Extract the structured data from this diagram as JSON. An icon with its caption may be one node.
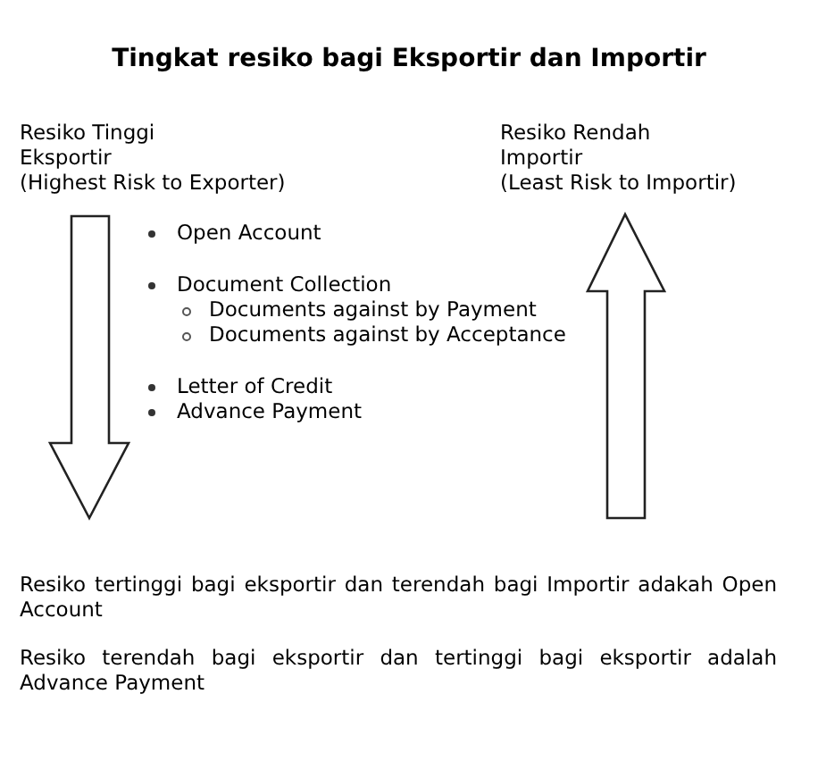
{
  "diagram": {
    "title": "Tingkat resiko bagi Eksportir dan Importir",
    "labels": [
      "Resiko Tinggi",
      "Eksportir",
      "(Highest Risk to Exporter)",
      "Resiko Rendah",
      "Importir",
      "(Least Risk to Importir)",
      "Open Account",
      "Document Collection",
      "Documents against by Payment",
      "Documents against by Acceptance",
      "Letter of Credit",
      "Advance Payment",
      "Resiko tertinggi bagi eksportir dan terendah bagi Importir adakah Open Account",
      "Resiko terendah bagi eksportir dan tertinggi bagi eksportir adalah Advance Payment"
    ]
  }
}
